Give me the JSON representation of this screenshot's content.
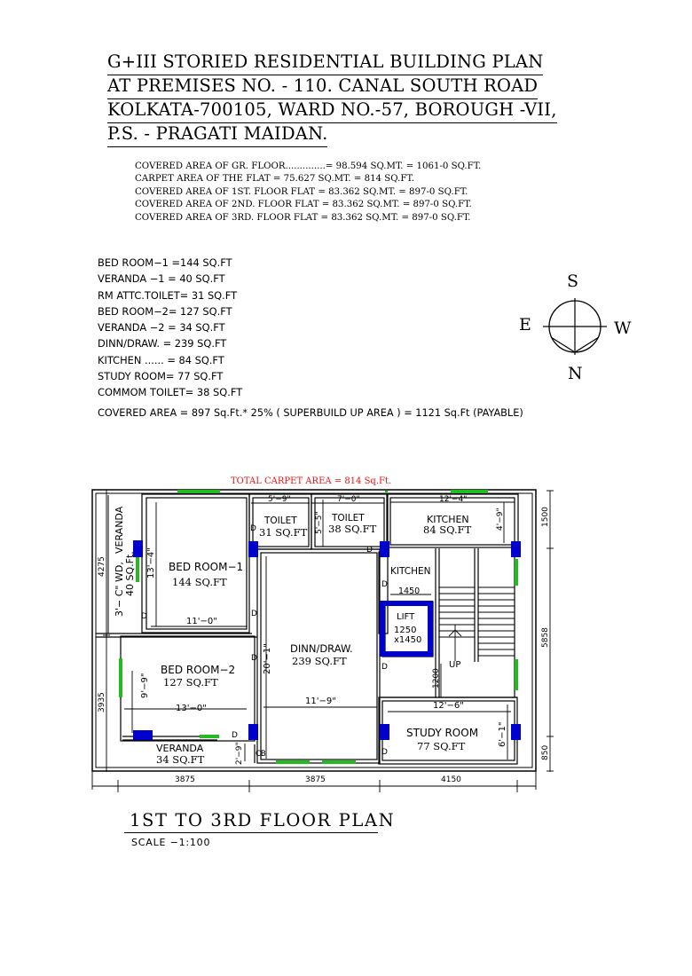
{
  "header": {
    "lines": [
      "G+III  STORIED  RESIDENTIAL BUILDING PLAN",
      "AT  PREMISES NO. - 110.  CANAL SOUTH  ROAD",
      "KOLKATA-700105, WARD NO.-57, BOROUGH -VII,",
      "P.S. - PRAGATI MAIDAN."
    ]
  },
  "area_statement": [
    "COVERED AREA OF GR. FLOOR..............= 98.594  SQ.MT. = 1061-0 SQ.FT.",
    "CARPET AREA OF THE  FLAT  = 75.627  SQ.MT. =  814 SQ.FT.",
    "COVERED AREA OF 1ST. FLOOR FLAT  = 83.362  SQ.MT. =   897-0 SQ.FT.",
    "COVERED AREA OF 2ND. FLOOR FLAT = 83.362  SQ.MT. =   897-0 SQ.FT.",
    "COVERED AREA OF 3RD. FLOOR FLAT = 83.362  SQ.MT. =   897-0 SQ.FT."
  ],
  "room_areas": [
    "BED  ROOM−1 =144 SQ.FT",
    "VERANDA  −1  =  40 SQ.FT",
    "RM  ATTC.TOILET=  31 SQ.FT",
    "BED  ROOM−2= 127 SQ.FT",
    "VERANDA   −2  =  34 SQ.FT",
    "DINN/DRAW.  = 239 SQ.FT",
    "KITCHEN  ......  =   84 SQ.FT",
    "STUDY  ROOM=   77 SQ.FT",
    "COMMOM  TOILET= 38 SQ.FT"
  ],
  "covered_area_note": "COVERED AREA = 897 Sq.Ft.* 25% ( SUPERBUILD UP AREA ) = 1121 Sq.Ft (PAYABLE)",
  "compass": {
    "north": "N",
    "south": "S",
    "east": "E",
    "west": "W"
  },
  "plan": {
    "total_carpet": "TOTAL CARPET AREA = 814 Sq.Ft.",
    "rooms": {
      "veranda1": {
        "name": "VERANDA",
        "area": "40 SQ.Ft.",
        "dim": "3'− C\" WD,"
      },
      "bed1": {
        "name": "BED  ROOM−1",
        "area": "144 SQ.FT",
        "dim_h": "11'−0\"",
        "dim_v": "13'−4\""
      },
      "toilet1": {
        "name": "TOILET",
        "area": "31 SQ.FT",
        "dim": "5'−9\""
      },
      "toilet2": {
        "name": "TOILET",
        "area": "38 SQ.FT",
        "dim": "7'−0\"",
        "dim_v": "5'−5\""
      },
      "kitchen": {
        "name": "KITCHEN",
        "area": "84 SQ.FT",
        "dim": "12'−4\"",
        "dim_v": "4'−9\""
      },
      "bed2": {
        "name": "BED  ROOM−2",
        "area": "127 SQ.FT",
        "dim_h": "13'−0\"",
        "dim_v": "9'−9\""
      },
      "dinn": {
        "name": "DINN/DRAW.",
        "area": "239 SQ.FT",
        "dim_h": "11'−9\"",
        "dim_v": "20'−1\""
      },
      "veranda2": {
        "name": "VERANDA",
        "area": "34 SQ.FT",
        "dim_v": "2'−9\""
      },
      "study": {
        "name": "STUDY  ROOM",
        "area": "77 SQ.FT",
        "dim_h": "12'−6\"",
        "dim_v": "6'−1\""
      },
      "lift": {
        "name": "LIFT",
        "size1": "1250",
        "size2": "x1450"
      }
    },
    "kitchen_passage": "KITCHEN",
    "dim_1450": "1450",
    "dim_1200": "1200",
    "up": "UP",
    "cb": "CB",
    "door": "D",
    "dims_left": [
      "4275",
      "3935"
    ],
    "dims_right": [
      "1500",
      "5858",
      "850"
    ],
    "dims_bottom": [
      "3875",
      "3875",
      "4150"
    ]
  },
  "plan_title": "1ST  TO  3RD  FLOOR  PLAN",
  "plan_scale": "SCALE  −1:100",
  "colors": {
    "window": "#22bb22",
    "column": "#0000cc",
    "carpet_note": "#ee1111"
  }
}
